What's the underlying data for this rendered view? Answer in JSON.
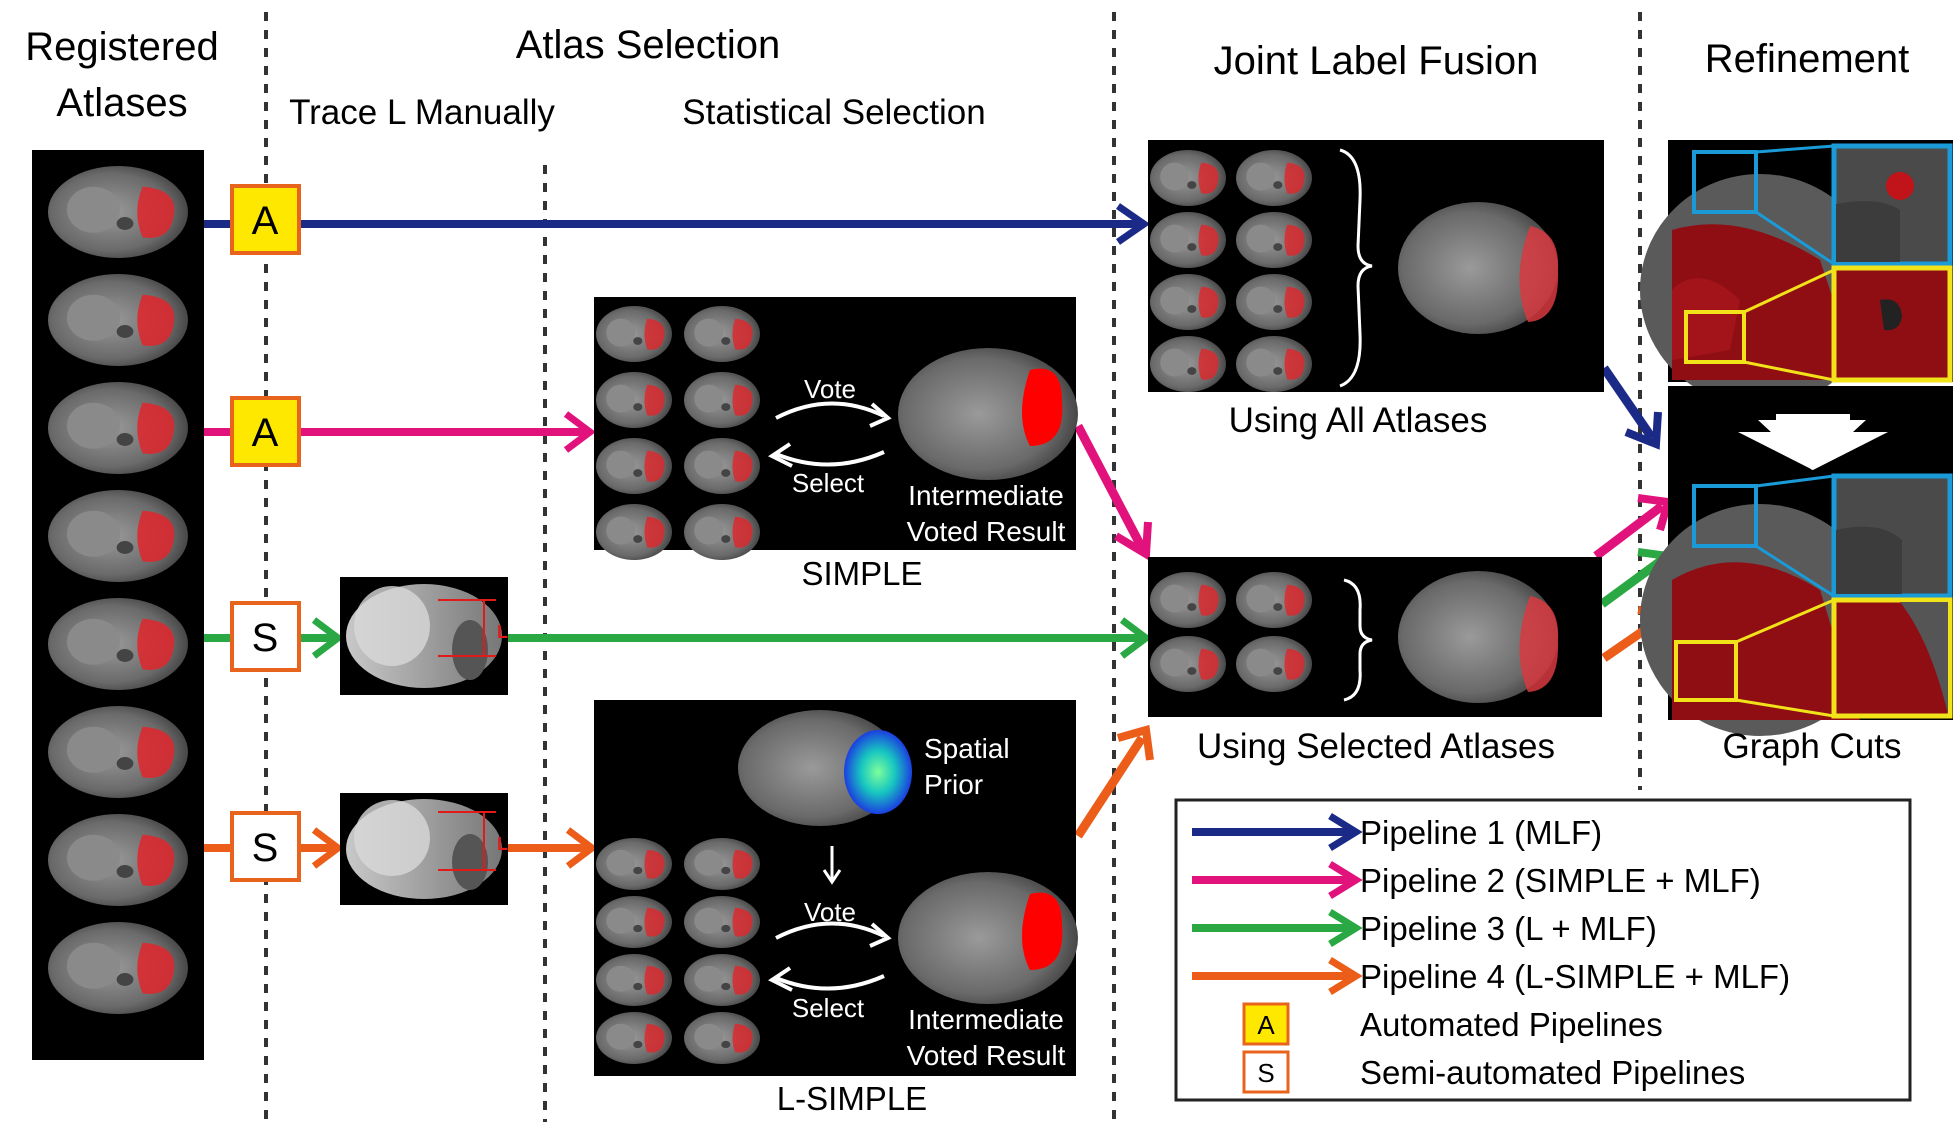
{
  "headers": {
    "registered_atlases": [
      "Registered",
      "Atlases"
    ],
    "atlas_selection": "Atlas Selection",
    "trace_l_manually": "Trace L Manually",
    "statistical_selection": "Statistical Selection",
    "joint_label_fusion": "Joint Label Fusion",
    "refinement": "Refinement"
  },
  "badges": {
    "row1": "A",
    "row2": "A",
    "row3": "S",
    "row4": "S"
  },
  "simple_panel": {
    "vote": "Vote",
    "select": "Select",
    "result": [
      "Intermediate",
      "Voted Result"
    ],
    "caption": "SIMPLE"
  },
  "lsimple_panel": {
    "spatial_prior": [
      "Spatial",
      "Prior"
    ],
    "vote": "Vote",
    "select": "Select",
    "result": [
      "Intermediate",
      "Voted Result"
    ],
    "caption": "L-SIMPLE"
  },
  "l_marker": "L",
  "fusion": {
    "all_caption": "Using All Atlases",
    "selected_caption": "Using Selected Atlases"
  },
  "refinement_caption": "Graph Cuts",
  "legend": {
    "pipelines": [
      {
        "label": "Pipeline 1 (MLF)",
        "color": "#1c2a87"
      },
      {
        "label": "Pipeline 2 (SIMPLE + MLF)",
        "color": "#e2127d"
      },
      {
        "label": "Pipeline 3 (L + MLF)",
        "color": "#2aa843"
      },
      {
        "label": "Pipeline 4 (L-SIMPLE + MLF)",
        "color": "#ec5d1a"
      }
    ],
    "badges": [
      {
        "letter": "A",
        "label": "Automated Pipelines"
      },
      {
        "letter": "S",
        "label": "Semi-automated Pipelines"
      }
    ]
  },
  "colors": {
    "pipeline1": "#1c2a87",
    "pipeline2": "#e2127d",
    "pipeline3": "#2aa843",
    "pipeline4": "#ec5d1a",
    "badge_auto_fill": "#ffe800",
    "badge_border": "#e8641c",
    "zoom_blue": "#1b9ad8",
    "zoom_yellow": "#f2e21a",
    "liver_label": "#d81c24"
  }
}
